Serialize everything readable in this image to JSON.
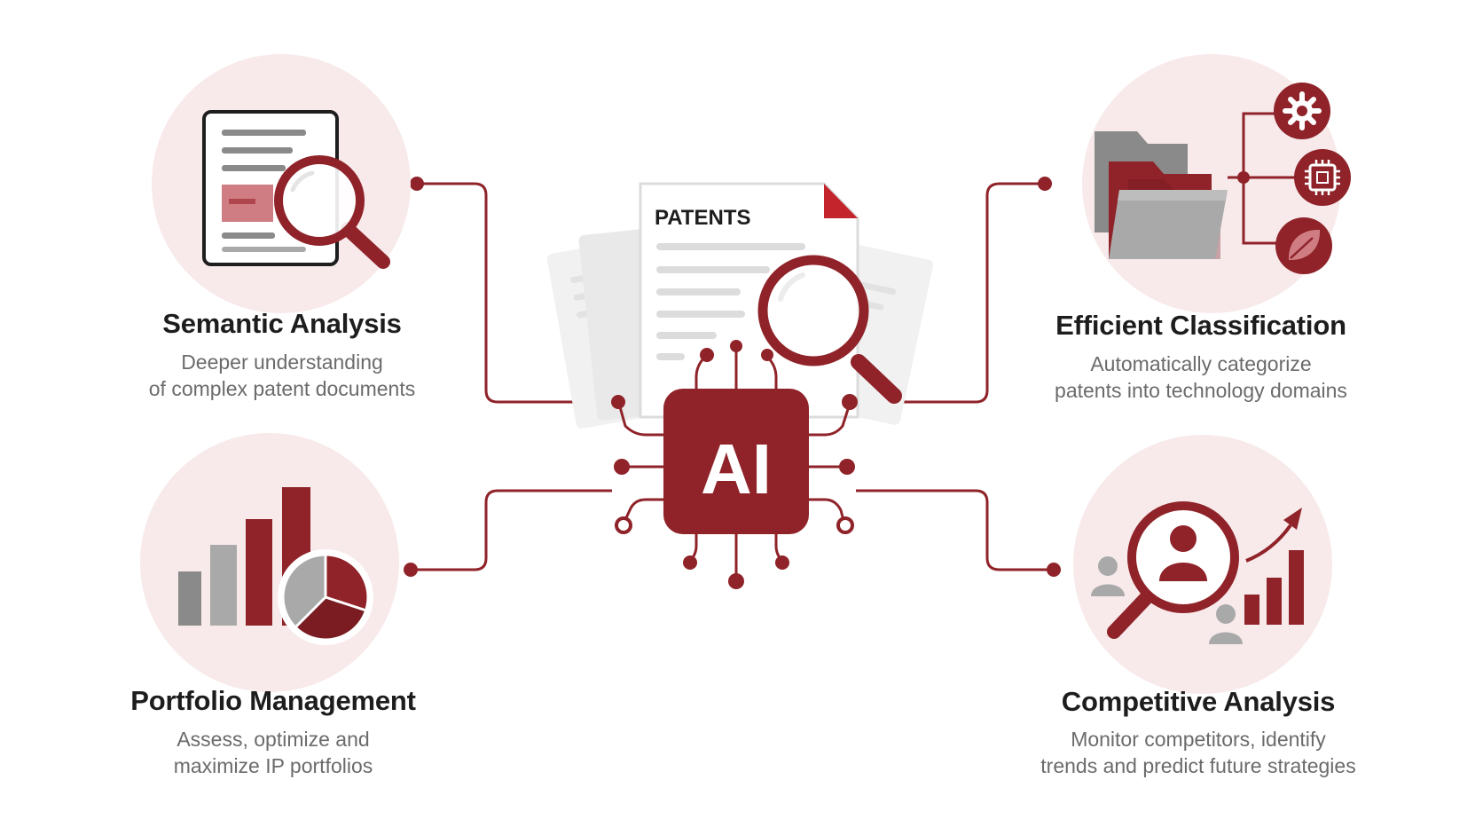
{
  "colors": {
    "accent": "#8f2329",
    "accent_light": "#c94b52",
    "circle_bg": "#f8eaeb",
    "gray_dark": "#8a8a8a",
    "gray_mid": "#a9a9a9",
    "gray_light": "#dcdcdc"
  },
  "center": {
    "document_label": "PATENTS",
    "chip_label": "AI"
  },
  "features": {
    "semantic": {
      "title": "Semantic Analysis",
      "line1": "Deeper understanding",
      "line2": "of complex patent documents",
      "icon": "document-magnifier-icon"
    },
    "classification": {
      "title": "Efficient Classification",
      "line1": "Automatically categorize",
      "line2": "patents into technology domains",
      "icon": "folder-tree-icon"
    },
    "portfolio": {
      "title": "Portfolio Management",
      "line1": "Assess, optimize and",
      "line2": "maximize IP portfolios",
      "icon": "bar-pie-chart-icon"
    },
    "competitive": {
      "title": "Competitive Analysis",
      "line1": "Monitor competitors, identify",
      "line2": "trends and predict future strategies",
      "icon": "person-search-trend-icon"
    }
  }
}
